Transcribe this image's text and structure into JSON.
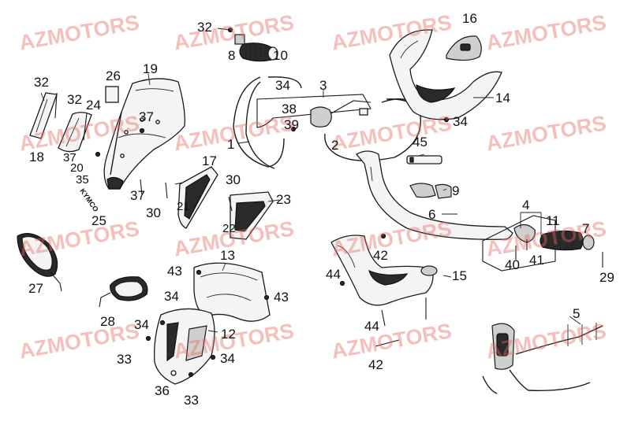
{
  "watermarks": [
    "AZMOTORS",
    "AZMOTORS",
    "AZMOTORS",
    "AZMOTORS",
    "AZMOTORS",
    "AZMOTORS",
    "AZMOTORS",
    "AZMOTORS",
    "AZMOTORS",
    "AZMOTORS",
    "AZMOTORS",
    "AZMOTORS",
    "AZMOTORS",
    "AZMOTORS",
    "AZMOTORS",
    "AZMOTORS"
  ],
  "callouts": [
    "1",
    "2",
    "3",
    "4",
    "5",
    "6",
    "7",
    "8",
    "9",
    "10",
    "11",
    "12",
    "13",
    "14",
    "15",
    "16",
    "17",
    "18",
    "19",
    "20",
    "21",
    "22",
    "23",
    "24",
    "25",
    "26",
    "27",
    "28",
    "29",
    "30",
    "30",
    "32",
    "32",
    "32",
    "33",
    "33",
    "34",
    "34",
    "34",
    "34",
    "34",
    "35",
    "36",
    "37",
    "37",
    "37",
    "38",
    "39",
    "40",
    "41",
    "42",
    "42",
    "43",
    "43",
    "44",
    "44",
    "45"
  ],
  "brand_mark": "KYMCO",
  "colors": {
    "watermark": "#e26860",
    "line": "#1a1a1a",
    "background": "#ffffff"
  },
  "icons": [
    "screw-icon",
    "bolt-icon"
  ]
}
